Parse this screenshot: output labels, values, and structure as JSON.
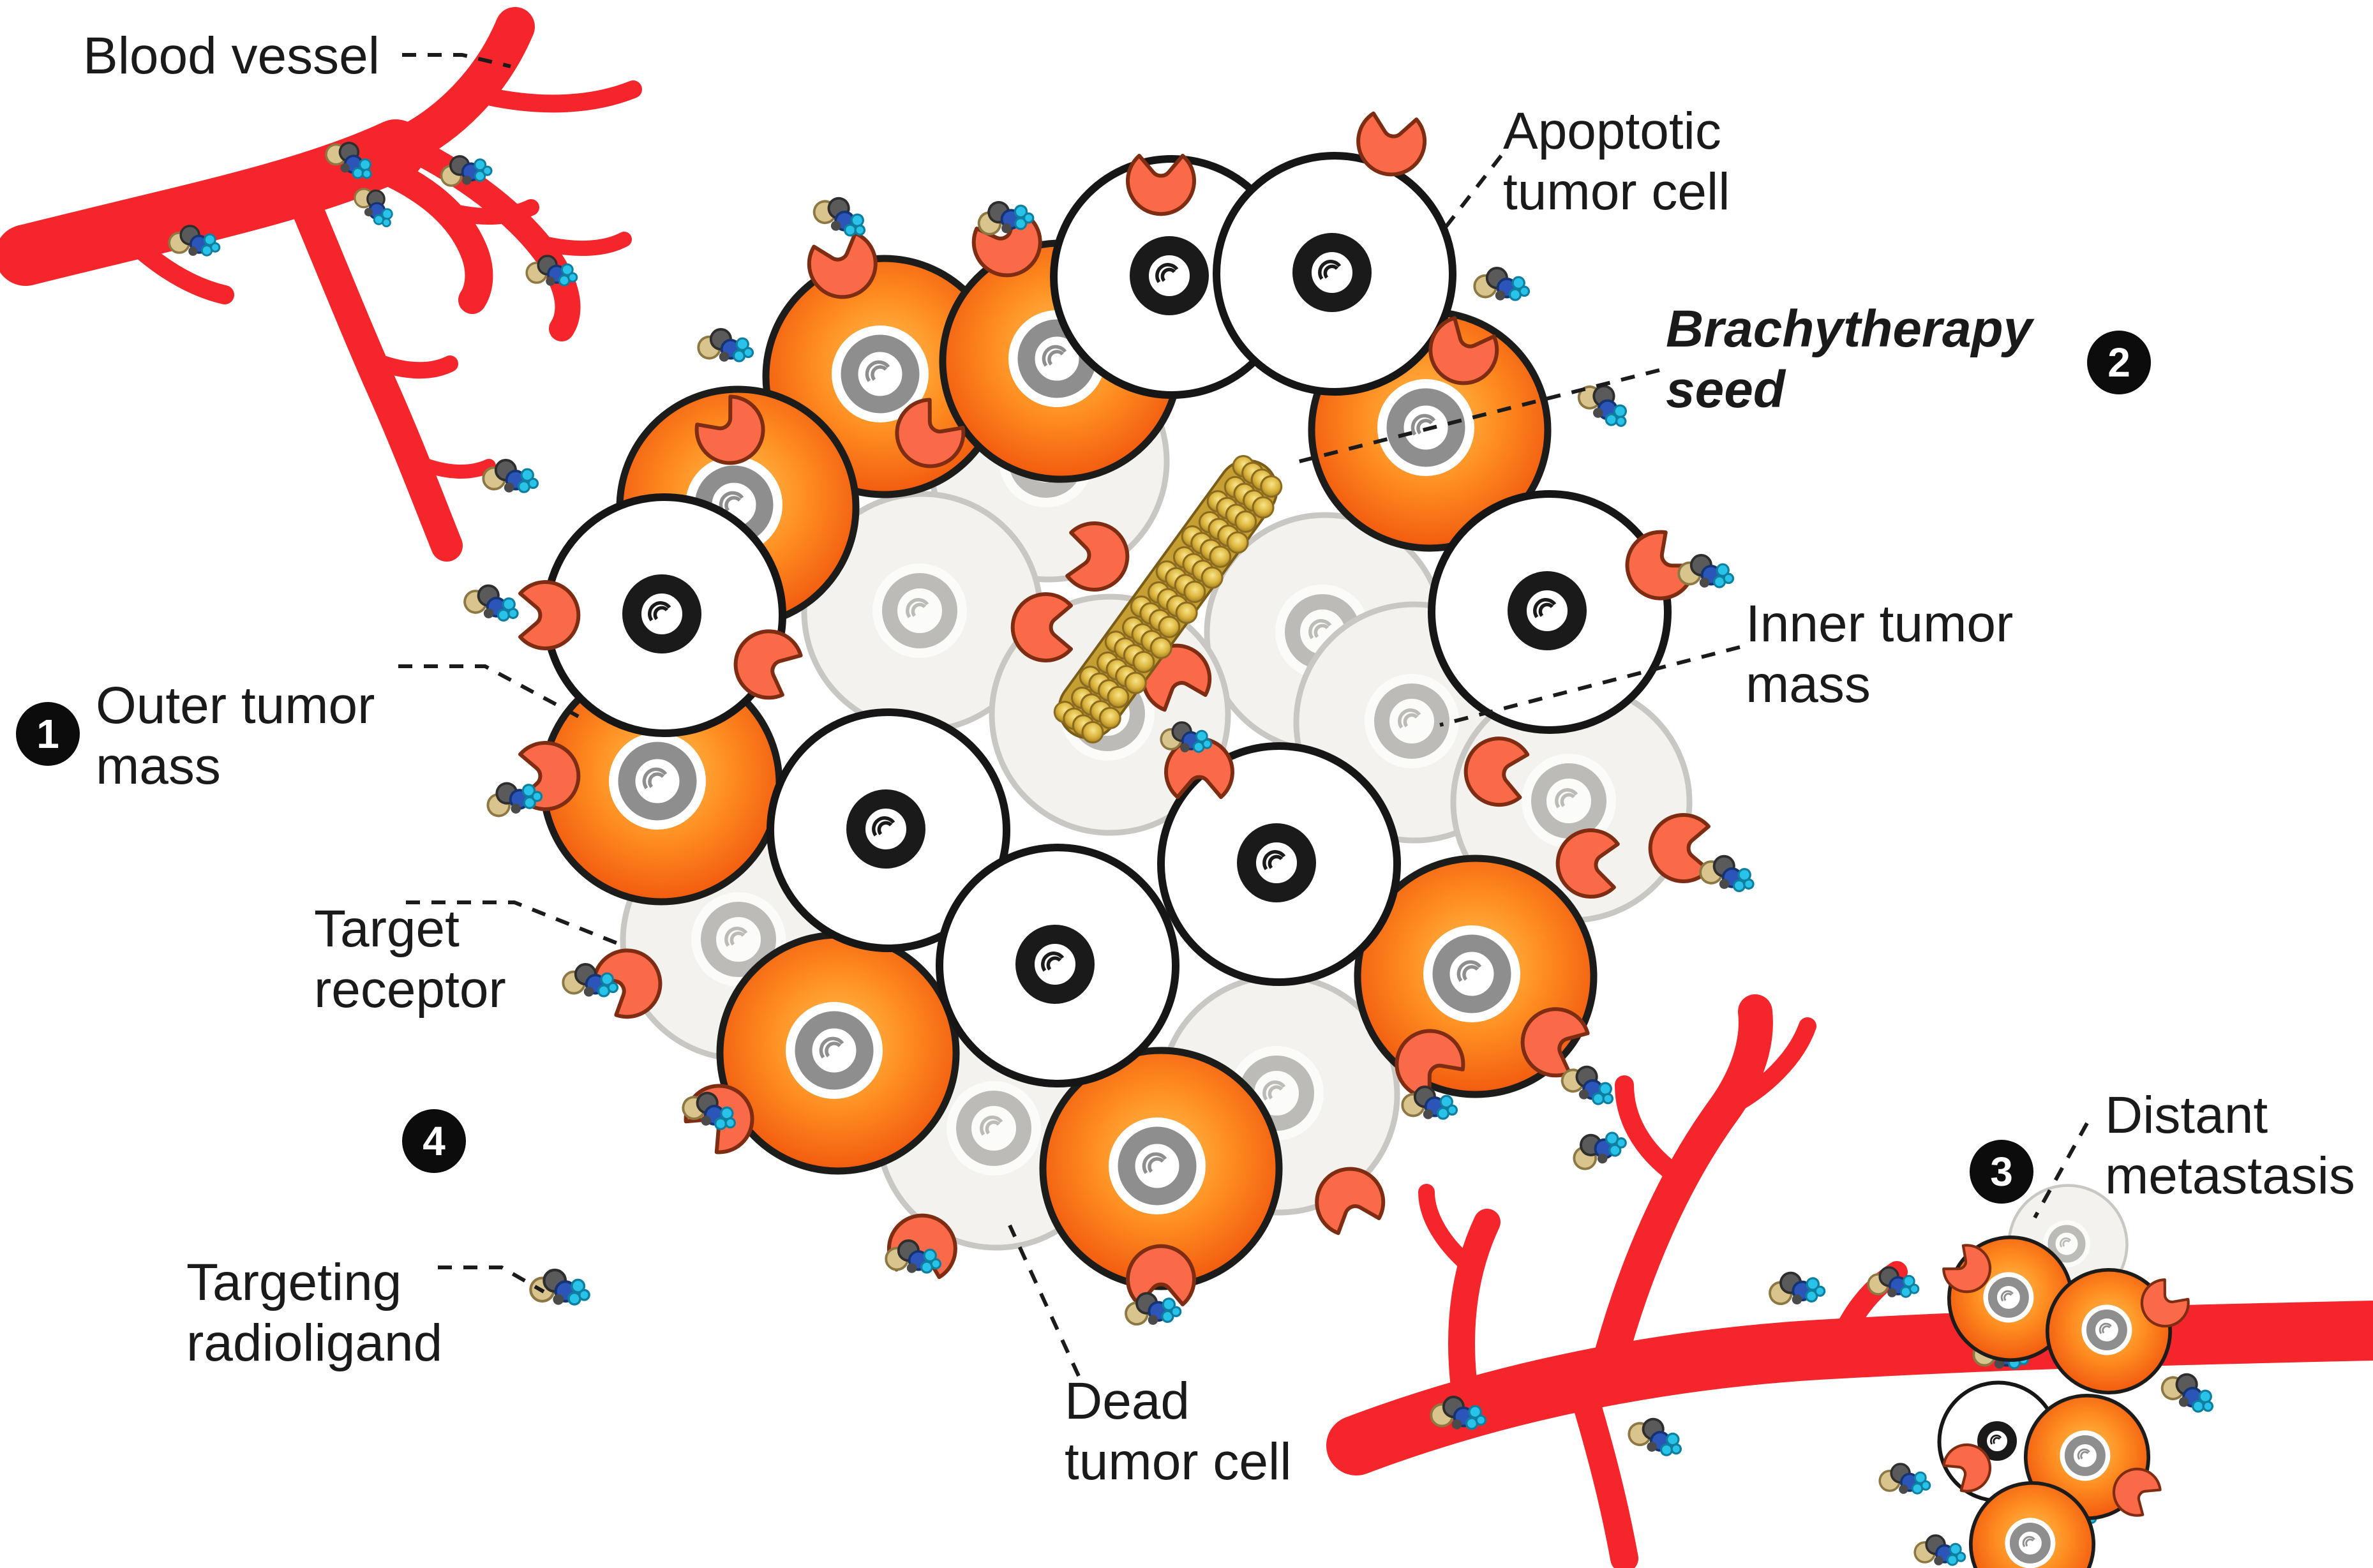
{
  "annotations": {
    "blood_vessel": {
      "lines": [
        "Blood vessel"
      ]
    },
    "apoptotic_tumor_cell": {
      "lines": [
        "Apoptotic",
        "tumor cell"
      ]
    },
    "brachytherapy_seed": {
      "number": "2",
      "lines": [
        "Brachytherapy",
        "seed"
      ]
    },
    "inner_tumor_mass": {
      "lines": [
        "Inner tumor",
        "mass"
      ]
    },
    "outer_tumor_mass": {
      "number": "1",
      "lines": [
        "Outer tumor",
        "mass"
      ]
    },
    "target_receptor": {
      "lines": [
        "Target",
        "receptor"
      ]
    },
    "targeting_radioligand": {
      "number": "4",
      "lines": [
        "Targeting",
        "radioligand"
      ]
    },
    "dead_tumor_cell": {
      "lines": [
        "Dead",
        "tumor cell"
      ]
    },
    "distant_metastasis": {
      "number": "3",
      "lines": [
        "Distant",
        "metastasis"
      ]
    }
  },
  "palette": {
    "vessel_red": "#f5262b",
    "viable_cell_orange": "#ff8f22",
    "viable_cell_rim": "#ee4d0a",
    "apoptotic_ring_black": "#1a1a1a",
    "dead_cell_gray": "#c8c7c3",
    "receptor_orange": "#fa6a48",
    "seed_gold": "#dcb53e",
    "radioligand_blue": "#2b55b8",
    "radioligand_cyan": "#29c3ea",
    "badge_black": "#0c0c0c",
    "leader_line": "#1b1b1b"
  },
  "icons": [
    {
      "name": "blood-vessel"
    },
    {
      "name": "tumor-cell-viable"
    },
    {
      "name": "tumor-cell-apoptotic"
    },
    {
      "name": "tumor-cell-dead"
    },
    {
      "name": "target-receptor-icon"
    },
    {
      "name": "radioligand-icon"
    },
    {
      "name": "brachytherapy-seed"
    },
    {
      "name": "distant-metastasis-cluster"
    }
  ]
}
